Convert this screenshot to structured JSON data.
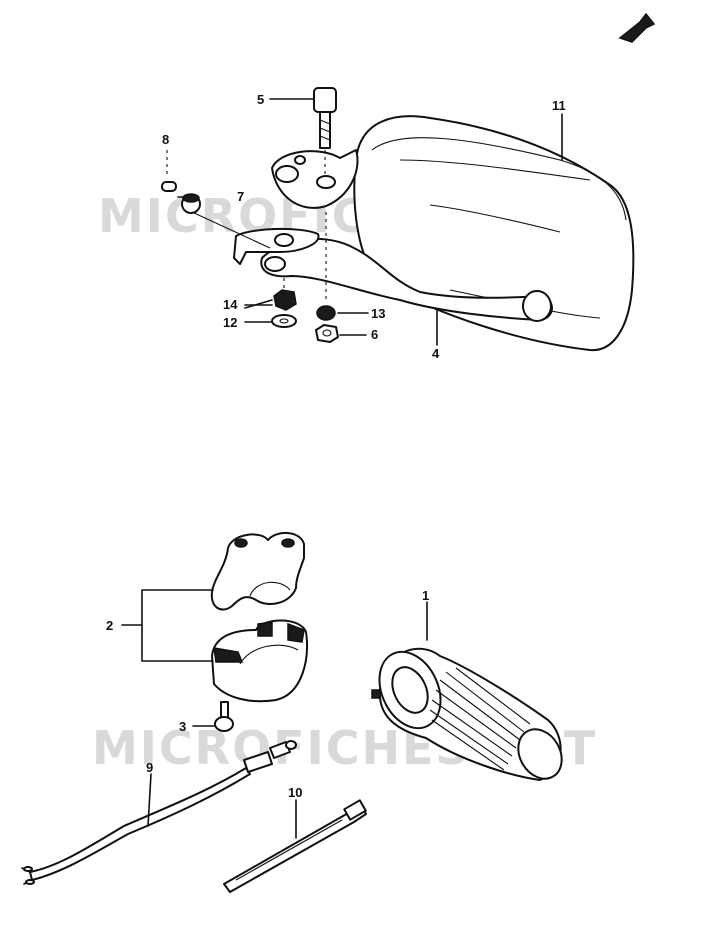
{
  "watermark": {
    "text": "MICROFICHES.NET"
  },
  "callouts": {
    "c1": "1",
    "c2": "2",
    "c3": "3",
    "c4": "4",
    "c5": "5",
    "c6": "6",
    "c7": "7",
    "c8": "8",
    "c9": "9",
    "c10": "10",
    "c11": "11",
    "c12": "12",
    "c13": "13",
    "c14": "14"
  },
  "colors": {
    "ink": "#111111",
    "paper": "#ffffff",
    "watermark": "#d9d9d9"
  },
  "icons": {
    "corner": "front-arrow-icon"
  }
}
